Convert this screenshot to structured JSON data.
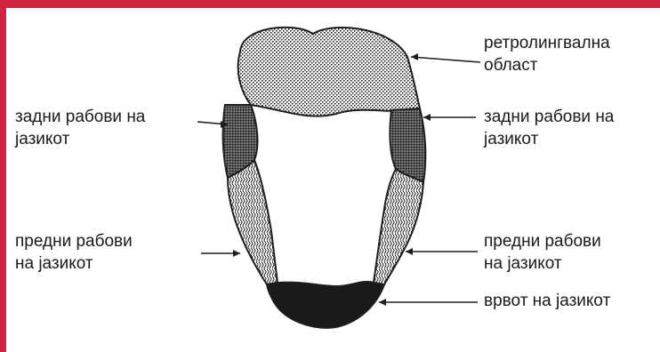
{
  "colors": {
    "accent": "#d0233f",
    "text": "#1a1a1a",
    "ink": "#1e1e1e"
  },
  "labels": {
    "retrolingual": [
      "ретролингвална",
      "област"
    ],
    "back_left": [
      "задни рабови на",
      "јазикот"
    ],
    "back_right": [
      "задни рабови на",
      "јазикот"
    ],
    "front_left": [
      "предни рабови",
      "на јазикот"
    ],
    "front_right": [
      "предни рабови",
      "на јазикот"
    ],
    "tip": [
      "врвот на јазикот"
    ]
  }
}
